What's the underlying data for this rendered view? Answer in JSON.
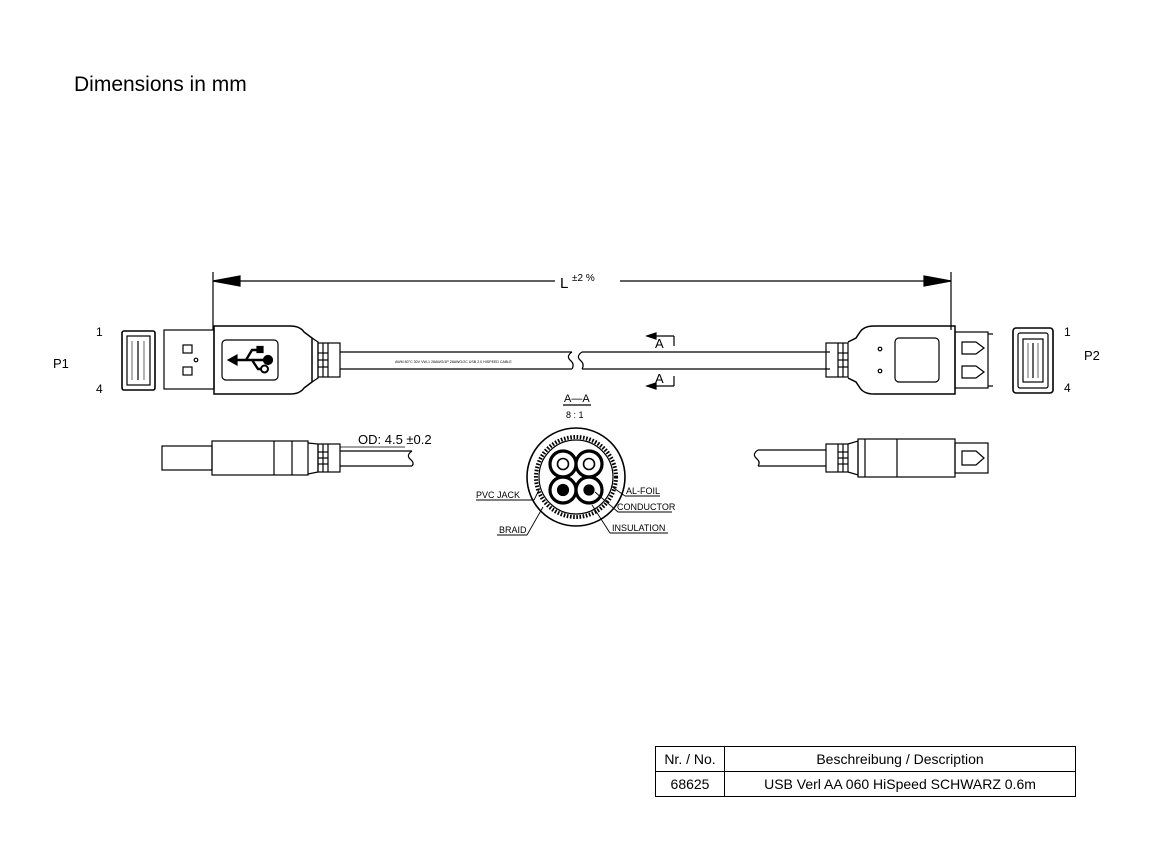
{
  "heading": "Dimensions in mm",
  "dimension": {
    "length_label": "L",
    "tolerance": "±2 %",
    "od_label": "OD: 4.5 ±0.2"
  },
  "plugs": {
    "p1": "P1",
    "p2": "P2",
    "pin_first_left": "1",
    "pin_last_left": "4",
    "pin_first_right": "1",
    "pin_last_right": "4"
  },
  "section": {
    "marker_top": "A",
    "marker_bottom": "A",
    "title": "A—A",
    "scale": "8 : 1",
    "labels": {
      "pvc_jack": "PVC JACK",
      "braid": "BRAID",
      "al_foil": "AL-FOIL",
      "conductor": "CONDUCTOR",
      "insulation": "INSULATION"
    }
  },
  "cable_print": "AWM 80°C 30V VW-1 28AWG/1P 28AWG/2C USB 2.0 HISPEED CABLE",
  "table": {
    "headers": [
      "Nr. / No.",
      "Beschreibung / Description"
    ],
    "rows": [
      [
        "68625",
        "USB Verl AA 060 HiSpeed SCHWARZ 0.6m"
      ]
    ]
  }
}
